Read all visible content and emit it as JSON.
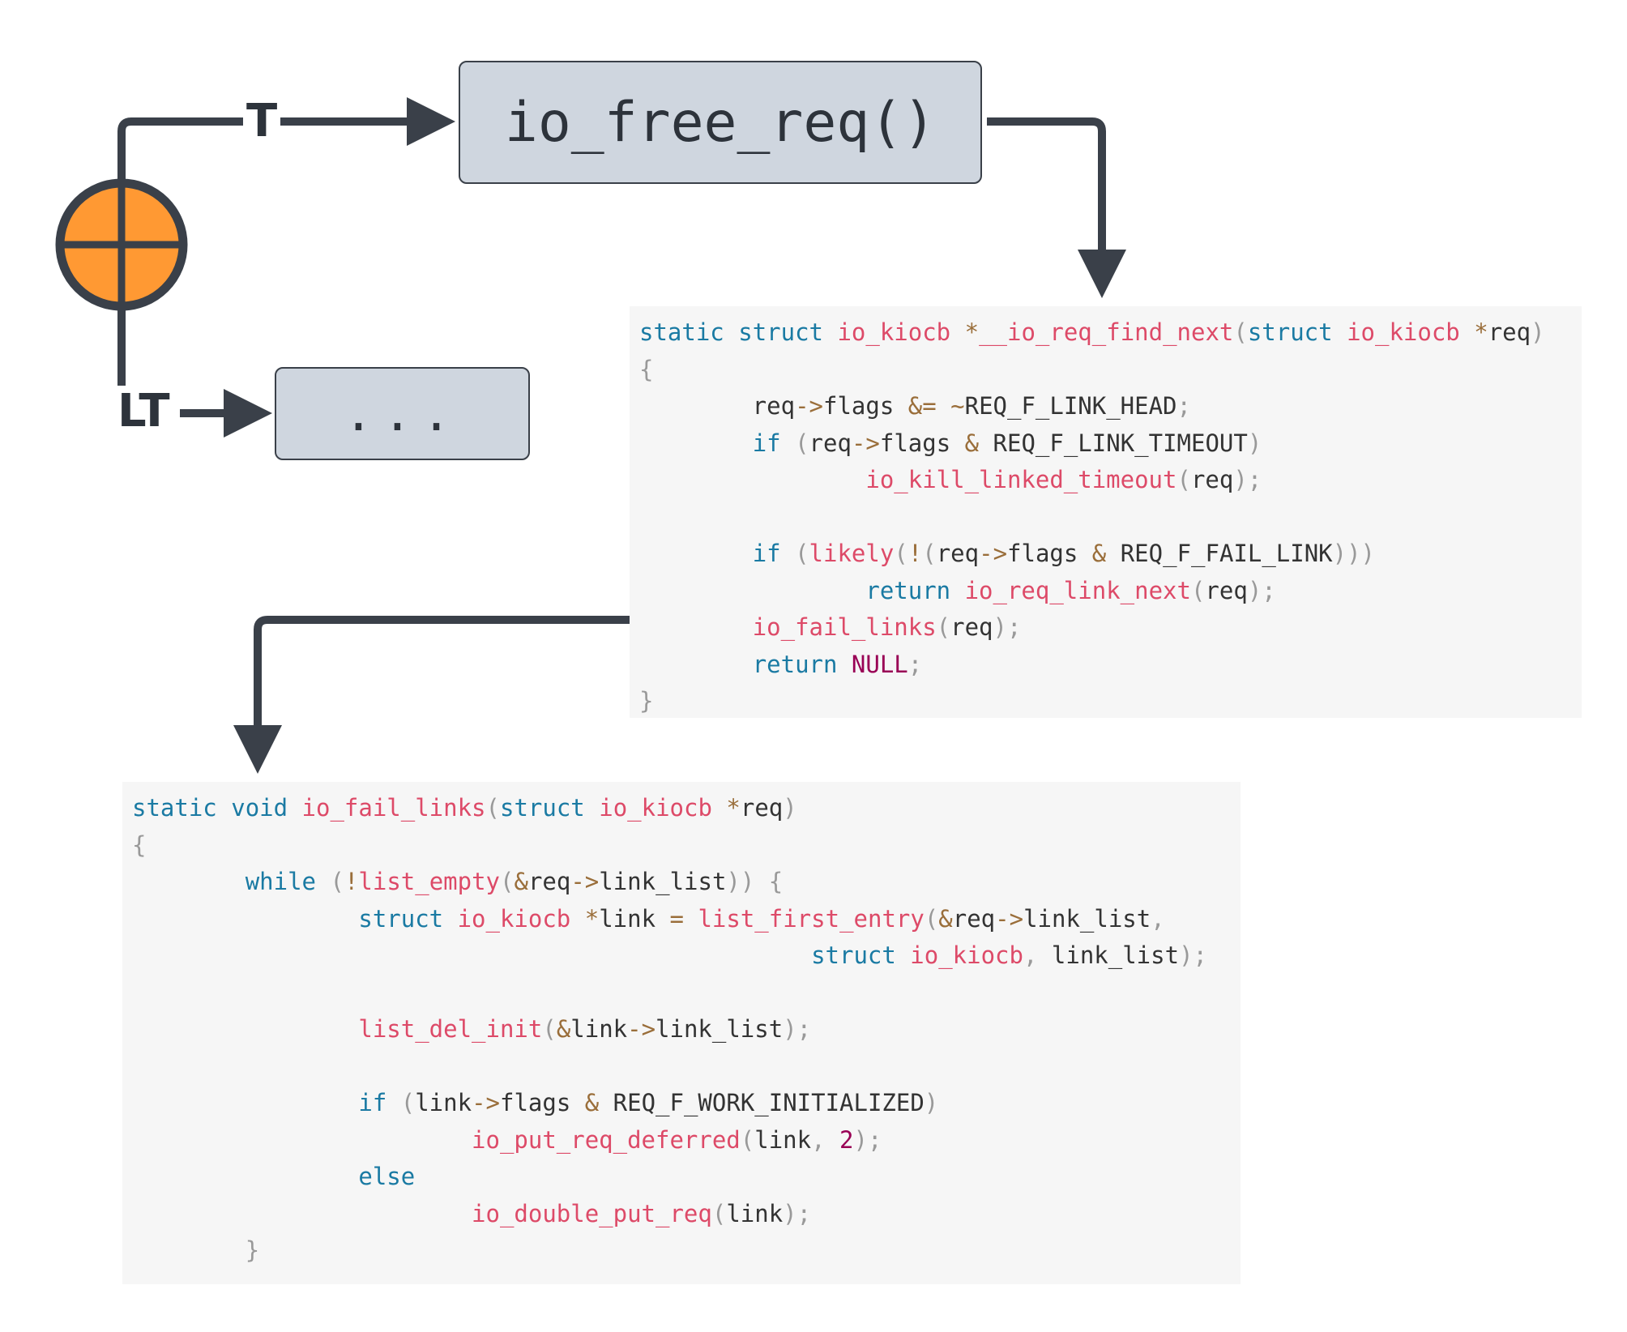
{
  "boxes": {
    "free_req": "io_free_req()",
    "ellipsis": "..."
  },
  "edge_labels": {
    "taken": "T",
    "link_timeout": "LT"
  },
  "colors": {
    "arrow": "#3a4049",
    "merge_node_fill": "#ff9933",
    "box_fill": "#cfd6df",
    "code_background": "#f6f6f6",
    "keyword": "#1a7aa3",
    "function": "#dd4a68",
    "operator": "#9a6e3a",
    "punctuation": "#999999",
    "constant": "#990055"
  },
  "code_find_next": [
    [
      [
        "k",
        "static"
      ],
      [
        "t",
        " "
      ],
      [
        "k",
        "struct"
      ],
      [
        "t",
        " "
      ],
      [
        "f",
        "io_kiocb"
      ],
      [
        "t",
        " "
      ],
      [
        "o",
        "*"
      ],
      [
        "f",
        "__io_req_find_next"
      ],
      [
        "p",
        "("
      ],
      [
        "k",
        "struct"
      ],
      [
        "t",
        " "
      ],
      [
        "f",
        "io_kiocb"
      ],
      [
        "t",
        " "
      ],
      [
        "o",
        "*"
      ],
      [
        "t",
        "req"
      ],
      [
        "p",
        ")"
      ]
    ],
    [
      [
        "p",
        "{"
      ]
    ],
    [
      [
        "t",
        "        req"
      ],
      [
        "o",
        "->"
      ],
      [
        "t",
        "flags "
      ],
      [
        "o",
        "&="
      ],
      [
        "t",
        " "
      ],
      [
        "o",
        "~"
      ],
      [
        "t",
        "REQ_F_LINK_HEAD"
      ],
      [
        "p",
        ";"
      ]
    ],
    [
      [
        "t",
        "        "
      ],
      [
        "k",
        "if"
      ],
      [
        "t",
        " "
      ],
      [
        "p",
        "("
      ],
      [
        "t",
        "req"
      ],
      [
        "o",
        "->"
      ],
      [
        "t",
        "flags "
      ],
      [
        "o",
        "&"
      ],
      [
        "t",
        " REQ_F_LINK_TIMEOUT"
      ],
      [
        "p",
        ")"
      ]
    ],
    [
      [
        "t",
        "                "
      ],
      [
        "f",
        "io_kill_linked_timeout"
      ],
      [
        "p",
        "("
      ],
      [
        "t",
        "req"
      ],
      [
        "p",
        ");"
      ]
    ],
    [
      [
        "t",
        ""
      ]
    ],
    [
      [
        "t",
        "        "
      ],
      [
        "k",
        "if"
      ],
      [
        "t",
        " "
      ],
      [
        "p",
        "("
      ],
      [
        "f",
        "likely"
      ],
      [
        "p",
        "("
      ],
      [
        "o",
        "!"
      ],
      [
        "p",
        "("
      ],
      [
        "t",
        "req"
      ],
      [
        "o",
        "->"
      ],
      [
        "t",
        "flags "
      ],
      [
        "o",
        "&"
      ],
      [
        "t",
        " REQ_F_FAIL_LINK"
      ],
      [
        "p",
        ")))"
      ]
    ],
    [
      [
        "t",
        "                "
      ],
      [
        "k",
        "return"
      ],
      [
        "t",
        " "
      ],
      [
        "f",
        "io_req_link_next"
      ],
      [
        "p",
        "("
      ],
      [
        "t",
        "req"
      ],
      [
        "p",
        ");"
      ]
    ],
    [
      [
        "t",
        "        "
      ],
      [
        "f",
        "io_fail_links"
      ],
      [
        "p",
        "("
      ],
      [
        "t",
        "req"
      ],
      [
        "p",
        ");"
      ]
    ],
    [
      [
        "t",
        "        "
      ],
      [
        "k",
        "return"
      ],
      [
        "t",
        " "
      ],
      [
        "n",
        "NULL"
      ],
      [
        "p",
        ";"
      ]
    ],
    [
      [
        "p",
        "}"
      ]
    ]
  ],
  "code_fail_links": [
    [
      [
        "k",
        "static"
      ],
      [
        "t",
        " "
      ],
      [
        "k",
        "void"
      ],
      [
        "t",
        " "
      ],
      [
        "f",
        "io_fail_links"
      ],
      [
        "p",
        "("
      ],
      [
        "k",
        "struct"
      ],
      [
        "t",
        " "
      ],
      [
        "f",
        "io_kiocb"
      ],
      [
        "t",
        " "
      ],
      [
        "o",
        "*"
      ],
      [
        "t",
        "req"
      ],
      [
        "p",
        ")"
      ]
    ],
    [
      [
        "p",
        "{"
      ]
    ],
    [
      [
        "t",
        "        "
      ],
      [
        "k",
        "while"
      ],
      [
        "t",
        " "
      ],
      [
        "p",
        "("
      ],
      [
        "o",
        "!"
      ],
      [
        "f",
        "list_empty"
      ],
      [
        "p",
        "("
      ],
      [
        "o",
        "&"
      ],
      [
        "t",
        "req"
      ],
      [
        "o",
        "->"
      ],
      [
        "t",
        "link_list"
      ],
      [
        "p",
        "))"
      ],
      [
        "t",
        " "
      ],
      [
        "p",
        "{"
      ]
    ],
    [
      [
        "t",
        "                "
      ],
      [
        "k",
        "struct"
      ],
      [
        "t",
        " "
      ],
      [
        "f",
        "io_kiocb"
      ],
      [
        "t",
        " "
      ],
      [
        "o",
        "*"
      ],
      [
        "t",
        "link "
      ],
      [
        "o",
        "="
      ],
      [
        "t",
        " "
      ],
      [
        "f",
        "list_first_entry"
      ],
      [
        "p",
        "("
      ],
      [
        "o",
        "&"
      ],
      [
        "t",
        "req"
      ],
      [
        "o",
        "->"
      ],
      [
        "t",
        "link_list"
      ],
      [
        "p",
        ","
      ]
    ],
    [
      [
        "t",
        "                                                "
      ],
      [
        "k",
        "struct"
      ],
      [
        "t",
        " "
      ],
      [
        "f",
        "io_kiocb"
      ],
      [
        "p",
        ","
      ],
      [
        "t",
        " link_list"
      ],
      [
        "p",
        ");"
      ]
    ],
    [
      [
        "t",
        ""
      ]
    ],
    [
      [
        "t",
        "                "
      ],
      [
        "f",
        "list_del_init"
      ],
      [
        "p",
        "("
      ],
      [
        "o",
        "&"
      ],
      [
        "t",
        "link"
      ],
      [
        "o",
        "->"
      ],
      [
        "t",
        "link_list"
      ],
      [
        "p",
        ");"
      ]
    ],
    [
      [
        "t",
        ""
      ]
    ],
    [
      [
        "t",
        "                "
      ],
      [
        "k",
        "if"
      ],
      [
        "t",
        " "
      ],
      [
        "p",
        "("
      ],
      [
        "t",
        "link"
      ],
      [
        "o",
        "->"
      ],
      [
        "t",
        "flags "
      ],
      [
        "o",
        "&"
      ],
      [
        "t",
        " REQ_F_WORK_INITIALIZED"
      ],
      [
        "p",
        ")"
      ]
    ],
    [
      [
        "t",
        "                        "
      ],
      [
        "f",
        "io_put_req_deferred"
      ],
      [
        "p",
        "("
      ],
      [
        "t",
        "link"
      ],
      [
        "p",
        ","
      ],
      [
        "t",
        " "
      ],
      [
        "n",
        "2"
      ],
      [
        "p",
        ");"
      ]
    ],
    [
      [
        "t",
        "                "
      ],
      [
        "k",
        "else"
      ]
    ],
    [
      [
        "t",
        "                        "
      ],
      [
        "f",
        "io_double_put_req"
      ],
      [
        "p",
        "("
      ],
      [
        "t",
        "link"
      ],
      [
        "p",
        ");"
      ]
    ],
    [
      [
        "t",
        "        "
      ],
      [
        "p",
        "}"
      ]
    ]
  ]
}
